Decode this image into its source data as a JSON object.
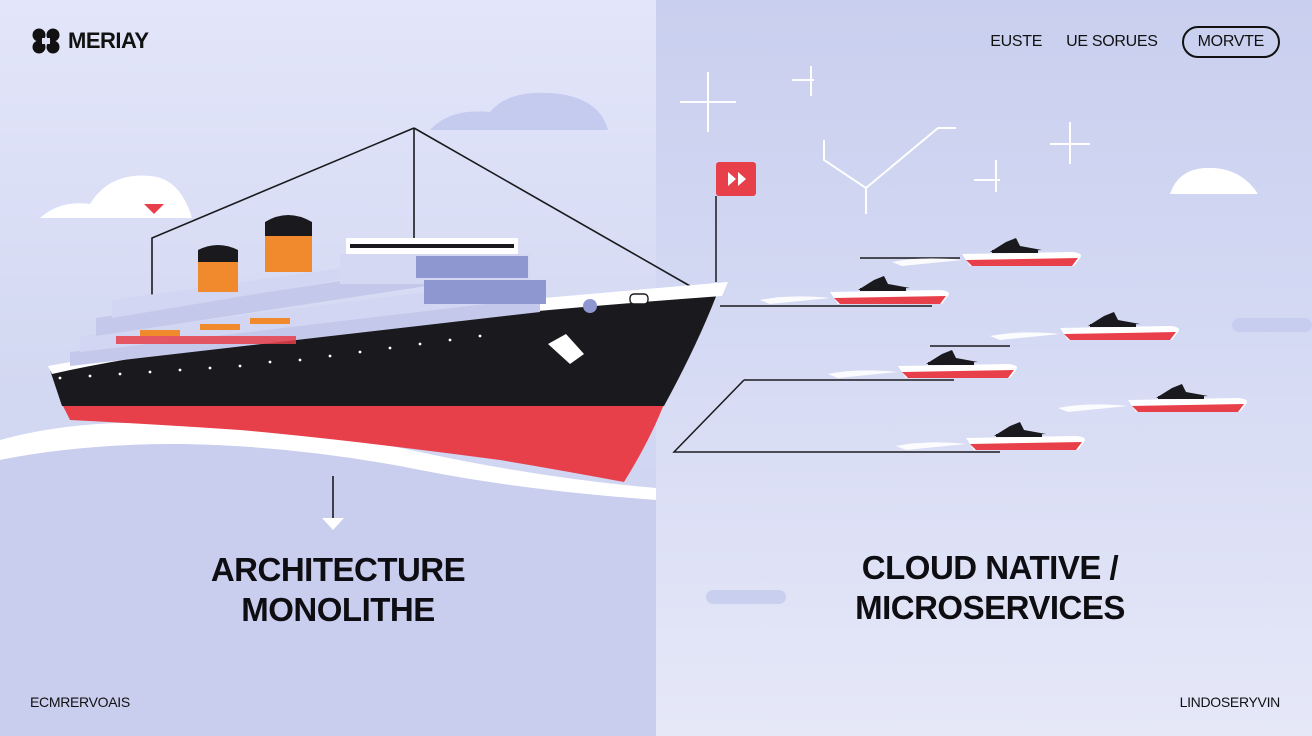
{
  "brand": {
    "name": "MERIAY",
    "logo_icon": "clover-logo-icon"
  },
  "nav": {
    "links": [
      "EUSTE",
      "UE SORUES"
    ],
    "button_label": "MORVTE"
  },
  "left": {
    "title_line1": "ARCHITECTURE",
    "title_line2": "MONOLITHE",
    "footer": "ECMRERVOAIS"
  },
  "right": {
    "title_line1": "CLOUD NATIVE /",
    "title_line2": "MICROSERVICES",
    "footer": "LINDOSERYVIN",
    "flag_icon": "fast-forward-icon",
    "boat_count": 6
  },
  "colors": {
    "accent_red": "#e8404a",
    "hull_black": "#1a1a1e",
    "funnel_orange": "#f08a2c",
    "ship_deck": "#c4c8ea",
    "bg_left": "#dde1f6",
    "bg_right": "#cdd3ef"
  }
}
